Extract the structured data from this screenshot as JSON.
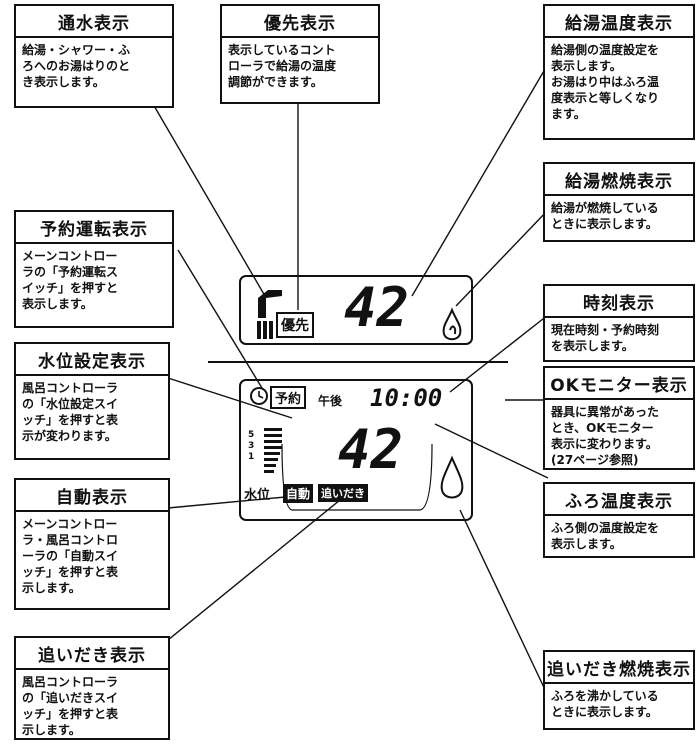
{
  "callouts": {
    "water_flow": {
      "title": "通水表示",
      "desc": "給湯・シャワー・ふ\nろへのお湯はりのと\nき表示します。"
    },
    "priority": {
      "title": "優先表示",
      "desc": "表示しているコント\nローラで給湯の温度\n調節ができます。"
    },
    "hot_water_temp": {
      "title": "給湯温度表示",
      "desc": "給湯側の温度設定を\n表示します。\nお湯はり中はふろ温\n度表示と等しくなり\nます。"
    },
    "hot_water_burn": {
      "title": "給湯燃焼表示",
      "desc": "給湯が燃焼している\nときに表示します。"
    },
    "reservation": {
      "title": "予約運転表示",
      "desc": "メーンコントロー\nラの「予約運転ス\nイッチ」を押すと\n表示します。"
    },
    "clock": {
      "title": "時刻表示",
      "desc": "現在時刻・予約時刻\nを表示します。"
    },
    "water_level": {
      "title": "水位設定表示",
      "desc": "風呂コントローラ\nの「水位設定スイ\nッチ」を押すと表\n示が変わります。"
    },
    "ok_monitor": {
      "title": "OKモニター表示",
      "desc": "器具に異常があった\nとき、OKモニター\n表示に変わります。\n(27ページ参照)"
    },
    "auto": {
      "title": "自動表示",
      "desc": "メーンコントロー\nラ・風呂コントロ\nーラの「自動スイ\nッチ」を押すと表\n示します。"
    },
    "bath_temp": {
      "title": "ふろ温度表示",
      "desc": "ふろ側の温度設定を\n表示します。"
    },
    "reheat": {
      "title": "追いだき表示",
      "desc": "風呂コントローラ\nの「追いだきスイ\nッチ」を押すと表\n示します。"
    },
    "reheat_burn": {
      "title": "追いだき燃焼表示",
      "desc": "ふろを沸かしている\nときに表示します。"
    }
  },
  "lcd_top": {
    "priority_badge": "優先",
    "temp": "42"
  },
  "lcd_bottom": {
    "reservation_badge": "予約",
    "pm": "午後",
    "time": "10:00",
    "level_scale": "5\n3\n1",
    "water_level_label": "水位",
    "auto_badge": "自動",
    "reheat_badge": "追いだき",
    "temp": "42"
  }
}
